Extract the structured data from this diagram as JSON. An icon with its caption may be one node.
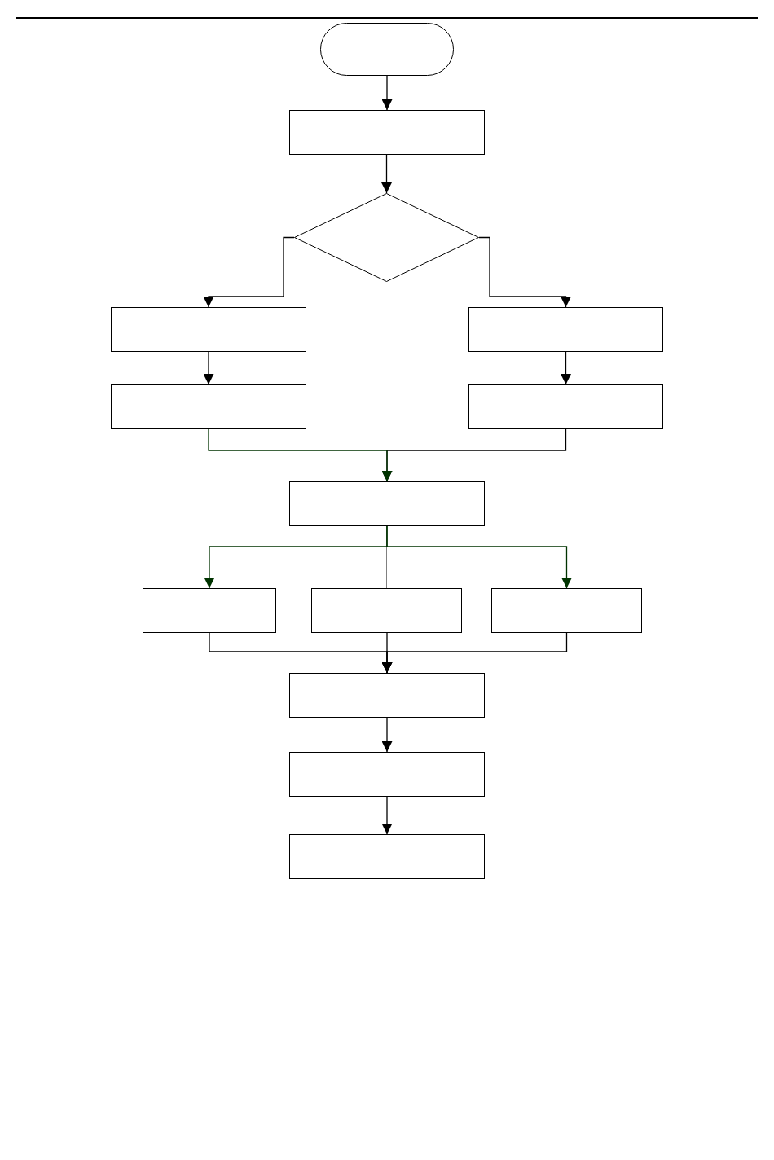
{
  "diagram": {
    "nodes": [
      {
        "text": [],
        "shape": "pill"
      },
      {
        "text": [],
        "shape": "box"
      },
      {
        "text": [],
        "shape": "diamond"
      },
      {
        "text": [],
        "shape": "box"
      },
      {
        "text": [],
        "shape": "box"
      },
      {
        "text": [],
        "shape": "box"
      },
      {
        "text": [],
        "shape": "box"
      },
      {
        "text": [],
        "shape": "box"
      },
      {
        "text": [],
        "shape": "box"
      },
      {
        "text": [],
        "shape": "box"
      },
      {
        "text": [],
        "shape": "box"
      },
      {
        "text": [],
        "shape": "box"
      },
      {
        "text": [],
        "shape": "box"
      },
      {
        "text": [],
        "shape": "box"
      }
    ],
    "edges": [
      {
        "from": 0,
        "to": 1,
        "arrow": "to"
      },
      {
        "from": 1,
        "to": 2,
        "arrow": "to"
      },
      {
        "from": 2,
        "to": 3,
        "arrow": "to"
      },
      {
        "from": 2,
        "to": 4,
        "arrow": "to"
      },
      {
        "from": 3,
        "to": 5,
        "arrow": "to"
      },
      {
        "from": 4,
        "to": 6,
        "arrow": "to"
      },
      {
        "from": 5,
        "to": 7,
        "arrow": "to",
        "color": "#003300"
      },
      {
        "from": 6,
        "to": 7,
        "arrow": "to"
      },
      {
        "from": 7,
        "to": 8,
        "arrow": "to",
        "color": "#003300"
      },
      {
        "from": 7,
        "to": 9,
        "arrow": "none",
        "color": "#808080"
      },
      {
        "from": 7,
        "to": 10,
        "arrow": "to",
        "color": "#003300"
      },
      {
        "from": 8,
        "to": 11,
        "arrow": "to"
      },
      {
        "from": 9,
        "to": 11,
        "arrow": "to"
      },
      {
        "from": 10,
        "to": 11,
        "arrow": "to"
      },
      {
        "from": 11,
        "to": 12,
        "arrow": "to"
      },
      {
        "from": 12,
        "to": 13,
        "arrow": "to"
      }
    ]
  }
}
